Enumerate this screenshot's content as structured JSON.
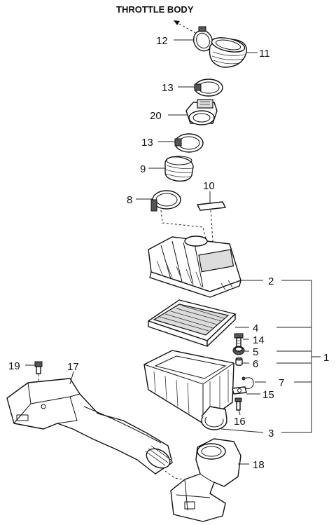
{
  "title": "THROTTLE BODY",
  "callouts": {
    "p1": "1",
    "p2": "2",
    "p3": "3",
    "p4": "4",
    "p5": "5",
    "p6": "6",
    "p7": "7",
    "p8": "8",
    "p9": "9",
    "p10": "10",
    "p11": "11",
    "p12": "12",
    "p13a": "13",
    "p13b": "13",
    "p14": "14",
    "p15": "15",
    "p16": "16",
    "p17": "17",
    "p18": "18",
    "p19": "19",
    "p20": "20"
  }
}
